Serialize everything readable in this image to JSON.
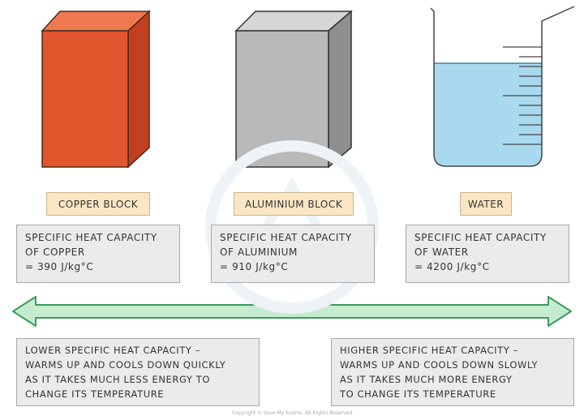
{
  "blocks": [
    {
      "label": "COPPER BLOCK",
      "line1": "SPECIFIC HEAT CAPACITY",
      "line2": "OF COPPER",
      "line3": "= 390 J/kg°C"
    },
    {
      "label": "ALUMINIUM BLOCK",
      "line1": "SPECIFIC HEAT CAPACITY",
      "line2": "OF ALUMINIUM",
      "line3": "= 910 J/kg°C"
    },
    {
      "label": "WATER",
      "line1": "SPECIFIC HEAT CAPACITY",
      "line2": "OF WATER",
      "line3": "= 4200 J/kg°C"
    }
  ],
  "lower": {
    "line1": "LOWER SPECIFIC HEAT CAPACITY –",
    "line2": "WARMS UP AND COOLS DOWN QUICKLY",
    "line3": "AS IT TAKES MUCH LESS ENERGY TO",
    "line4": "CHANGE ITS TEMPERATURE"
  },
  "higher": {
    "line1": "HIGHER SPECIFIC HEAT CAPACITY –",
    "line2": "WARMS UP AND COOLS DOWN SLOWLY",
    "line3": "AS IT TAKES MUCH MORE ENERGY",
    "line4": "TO CHANGE ITS TEMPERATURE"
  },
  "copyright": "Copyright © Save My Exams. All Rights Reserved",
  "colors": {
    "copper_front": "#e2562e",
    "copper_top": "#f07a50",
    "copper_side": "#c2401f",
    "aluminium_front": "#b9b9b9",
    "aluminium_top": "#d6d6d6",
    "aluminium_side": "#8f8f8f",
    "water": "#a9d9ef",
    "arrow_fill": "#c6ecd0",
    "arrow_stroke": "#3a9a5c",
    "label_bg": "#fbe6c4",
    "info_bg": "#ebebeb"
  }
}
